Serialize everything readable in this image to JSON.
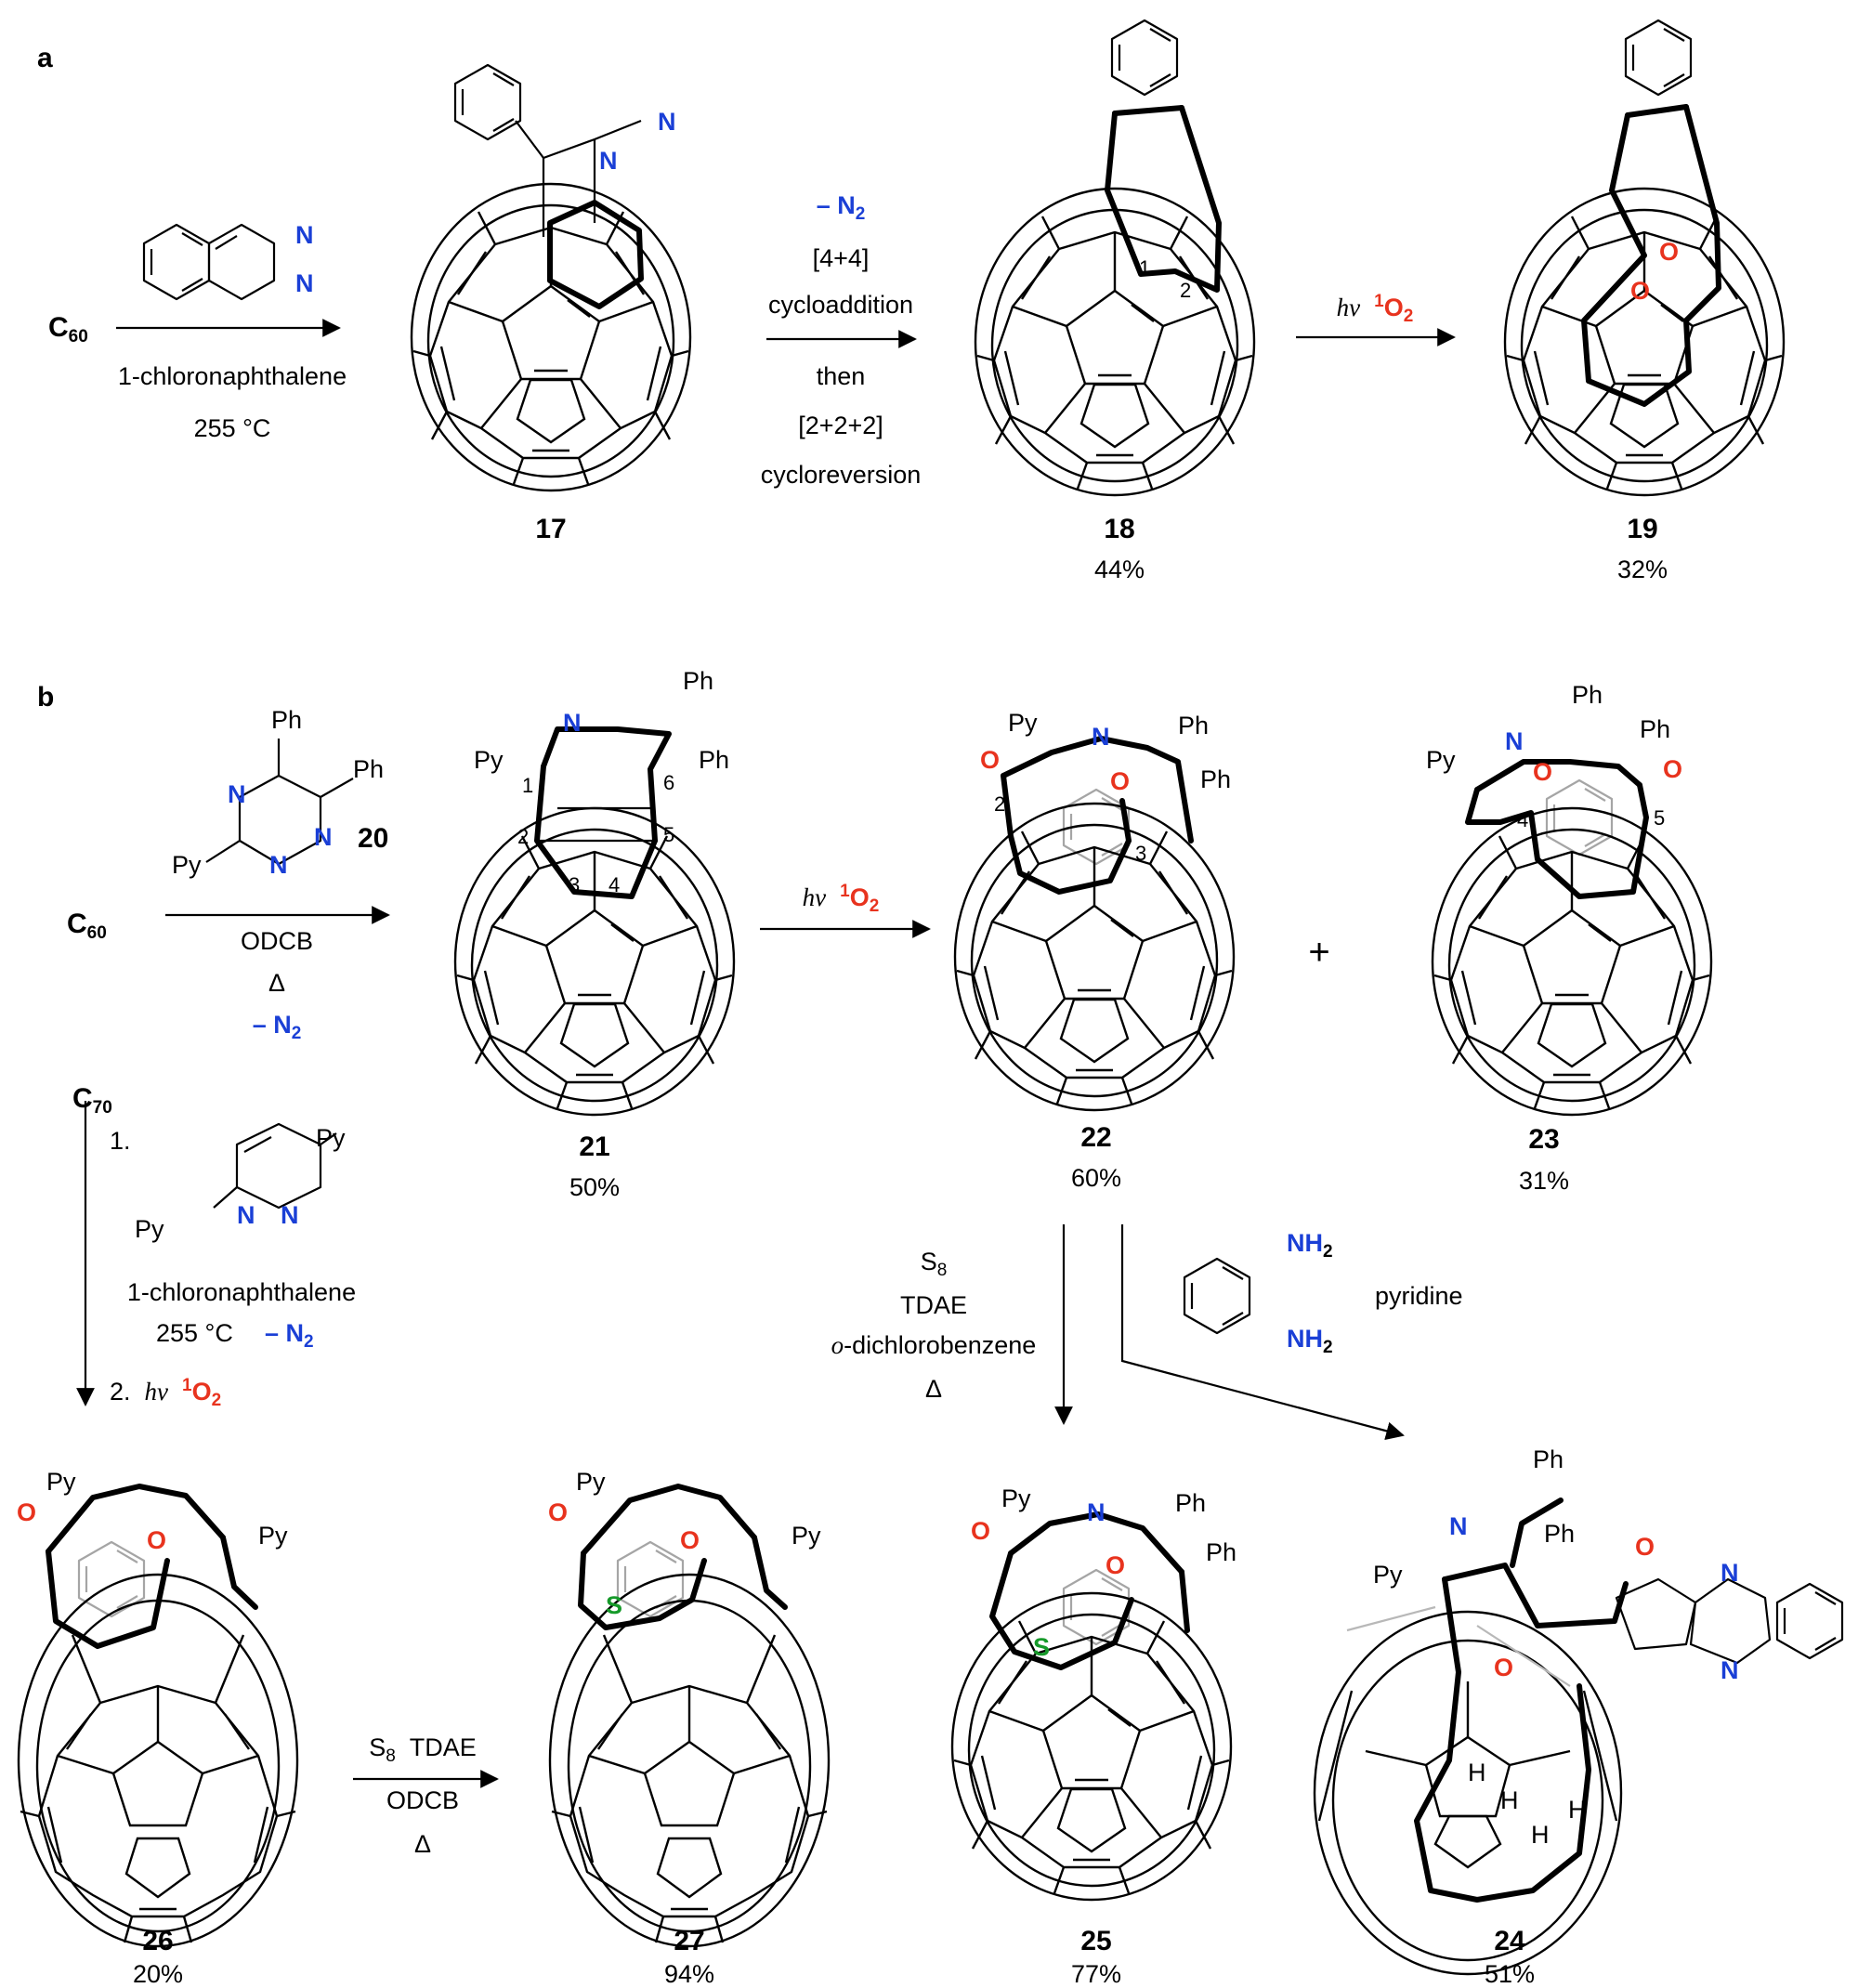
{
  "panels": {
    "a": "a",
    "b": "b"
  },
  "reagents": {
    "c60": "C",
    "c60_sub": "60",
    "c70": "C",
    "c70_sub": "70",
    "chloronaphthalene": "1-chloronaphthalene",
    "temp_255": "255 °C",
    "minus_n2": "– N",
    "n2_sub": "2",
    "cyclo_4_4": "[4+4]",
    "cycloaddition": "cycloaddition",
    "then": "then",
    "cyclo_2_2_2": "[2+2+2]",
    "cycloreversion": "cycloreversion",
    "hv": "hν",
    "singlet_sup": "1",
    "o2": "O",
    "o2_sub": "2",
    "odcb": "ODCB",
    "delta": "Δ",
    "s8": "S",
    "s8_sub": "8",
    "tdae": "TDAE",
    "o_italic": "o",
    "dichlorobenzene": "-dichlorobenzene",
    "pyridine": "pyridine",
    "step1": "1.",
    "step2": "2.",
    "s8_tdae": "TDAE",
    "plus": "+"
  },
  "atoms": {
    "N": "N",
    "O": "O",
    "S": "S",
    "H": "H",
    "Ph": "Ph",
    "Py": "Py",
    "NH": "NH",
    "NH_sub": "2"
  },
  "locants": {
    "one": "1",
    "two": "2",
    "three": "3",
    "four": "4",
    "five": "5",
    "six": "6"
  },
  "compounds": {
    "c17": {
      "number": "17"
    },
    "c18": {
      "number": "18",
      "yield": "44%"
    },
    "c19": {
      "number": "19",
      "yield": "32%"
    },
    "c20": {
      "number": "20"
    },
    "c21": {
      "number": "21",
      "yield": "50%"
    },
    "c22": {
      "number": "22",
      "yield": "60%"
    },
    "c23": {
      "number": "23",
      "yield": "31%"
    },
    "c24": {
      "number": "24",
      "yield": "51%"
    },
    "c25": {
      "number": "25",
      "yield": "77%"
    },
    "c26": {
      "number": "26",
      "yield": "20%"
    },
    "c27": {
      "number": "27",
      "yield": "94%"
    }
  },
  "colors": {
    "nitrogen": "#1a3fd6",
    "oxygen": "#e8331e",
    "sulfur": "#169a2a"
  }
}
